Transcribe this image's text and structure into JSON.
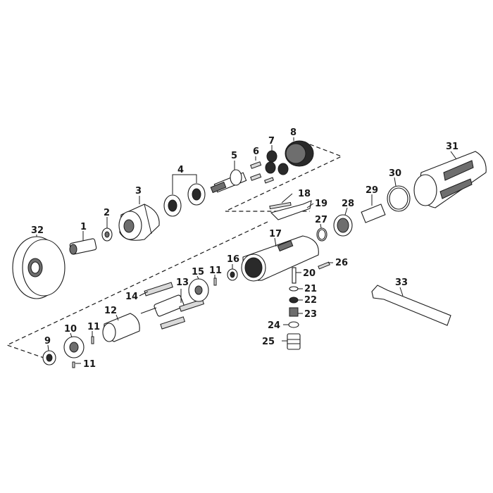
{
  "labels": {
    "p1": "1",
    "p2": "2",
    "p3": "3",
    "p4": "4",
    "p5": "5",
    "p6": "6",
    "p7": "7",
    "p8": "8",
    "p9": "9",
    "p10": "10",
    "p11a": "11",
    "p11b": "11",
    "p11c": "11",
    "p12": "12",
    "p13": "13",
    "p14": "14",
    "p15": "15",
    "p16": "16",
    "p17": "17",
    "p18": "18",
    "p19": "19",
    "p20": "20",
    "p21": "21",
    "p22": "22",
    "p23": "23",
    "p24": "24",
    "p25": "25",
    "p26": "26",
    "p27": "27",
    "p28": "28",
    "p29": "29",
    "p30": "30",
    "p31": "31",
    "p32": "32",
    "p33": "33"
  }
}
